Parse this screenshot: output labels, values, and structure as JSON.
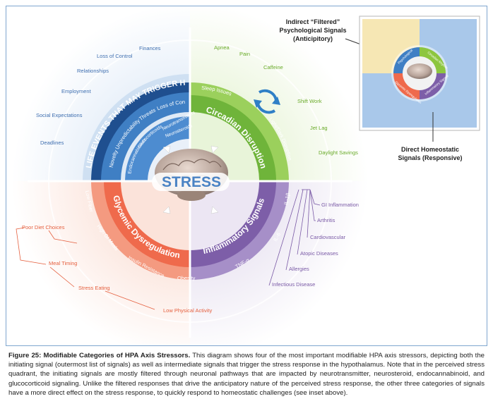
{
  "center_label": "STRESS",
  "quadrants": {
    "perceived": {
      "ring_label": "LIFE EVENTS THAT MAY TRIGGER HPA AXIS",
      "ring_items": [
        "Novelty",
        "Unpredictability",
        "Threats",
        "Loss of Control"
      ],
      "inner_items": [
        "Endocannabinoids",
        "Glucocorticoids",
        "Neurotransmitters",
        "Neurosteroids"
      ],
      "outer_signals": [
        "Finances",
        "Loss of Control",
        "Relationships",
        "Employment",
        "Social Expectations",
        "Deadlines"
      ]
    },
    "circadian": {
      "ring_label": "Circadian Disruption",
      "ring_items": [
        "Sleep Issues",
        "Light/Dark Disruption"
      ],
      "outer_signals": [
        "Apnea",
        "Pain",
        "Caffeine",
        "Shift Work",
        "Jet Lag",
        "Daylight Savings"
      ]
    },
    "glycemic": {
      "ring_label": "Glycemic Dysregulation",
      "ring_items": [
        "Low Fiber",
        "High GI Meals",
        "Insulin Resistance",
        "Obesity"
      ],
      "outer_signals": [
        "Poor Diet Choices",
        "Meal Timing",
        "Stress Eating",
        "Low Physical Activity"
      ]
    },
    "inflammatory": {
      "ring_label": "Inflammatory Signals",
      "ring_items": [
        "IL-1β",
        "IL-6",
        "TNF-α"
      ],
      "outer_signals": [
        "GI Inflammation",
        "Arthritis",
        "Cardiovascular",
        "Atopic Diseases",
        "Allergies",
        "Infectious Disease"
      ]
    }
  },
  "inset": {
    "top_label": "Indirect “Filtered” Psychological Signals (Anticipitory)",
    "bottom_label": "Direct Homeostatic Signals (Responsive)",
    "mini_labels": [
      "Psychological",
      "Circadian Rhythm",
      "Glycemic Dysregulation",
      "Inflammatory Signals"
    ]
  },
  "colors": {
    "perceived": "#3f7fc4",
    "perceived_dark": "#1f4f8f",
    "circadian": "#8dc63f",
    "glycemic": "#ef6a4c",
    "inflammatory": "#7d5ea8",
    "inset_yellow": "#f6e7b4",
    "inset_blue": "#a9c8ea"
  },
  "caption": {
    "title": "Figure 25: Modifiable Categories of HPA Axis Stressors.",
    "body": " This diagram shows four of the most important modifiable HPA axis stressors, depicting both the initiating signal (outermost list of signals) as well as intermediate signals that trigger the stress response in the hypothalamus. Note that in the perceived stress quadrant, the initiating signals are mostly filtered through neuronal pathways that are impacted by neurotransmitter, neurosteroid, endocannabinoid, and glucocorticoid signaling. Unlike the filtered responses that drive the anticipatory nature of the perceived stress response, the other three categories of signals have a more direct effect on the stress response, to quickly respond to homeostatic challenges (see inset above)."
  }
}
